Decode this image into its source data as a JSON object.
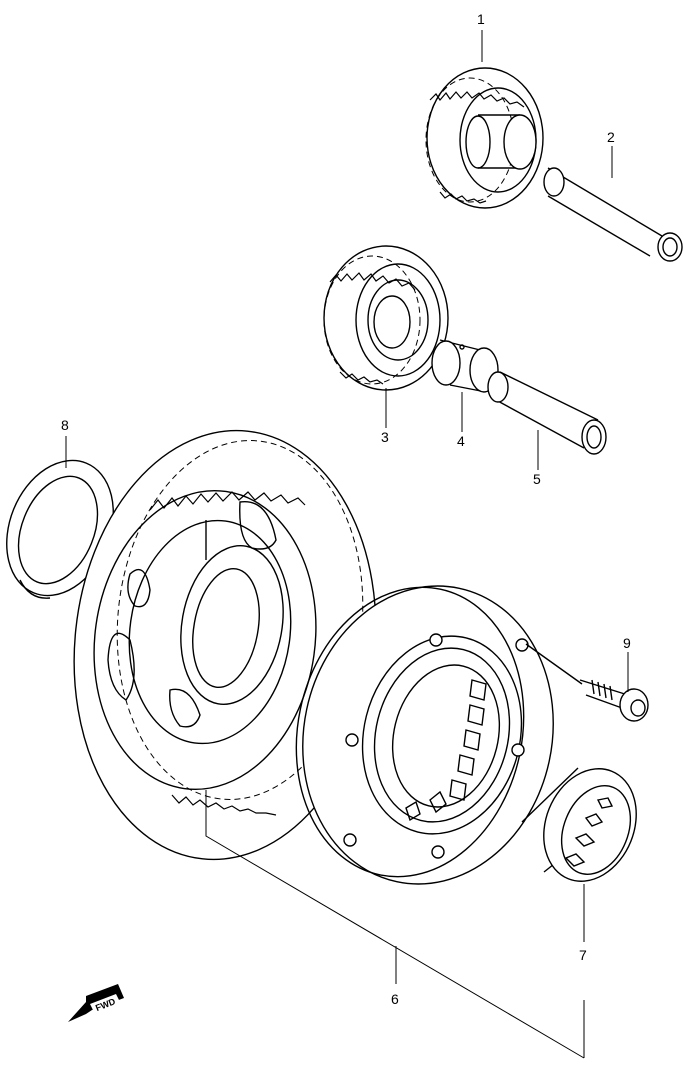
{
  "callouts": [
    {
      "id": "1",
      "label": "1"
    },
    {
      "id": "2",
      "label": "2"
    },
    {
      "id": "3",
      "label": "3"
    },
    {
      "id": "4",
      "label": "4"
    },
    {
      "id": "5",
      "label": "5"
    },
    {
      "id": "6",
      "label": "6"
    },
    {
      "id": "7",
      "label": "7"
    },
    {
      "id": "8",
      "label": "8"
    },
    {
      "id": "9",
      "label": "9"
    }
  ],
  "direction_badge": {
    "label": "FWD",
    "icon": "fwd-arrow-icon"
  }
}
